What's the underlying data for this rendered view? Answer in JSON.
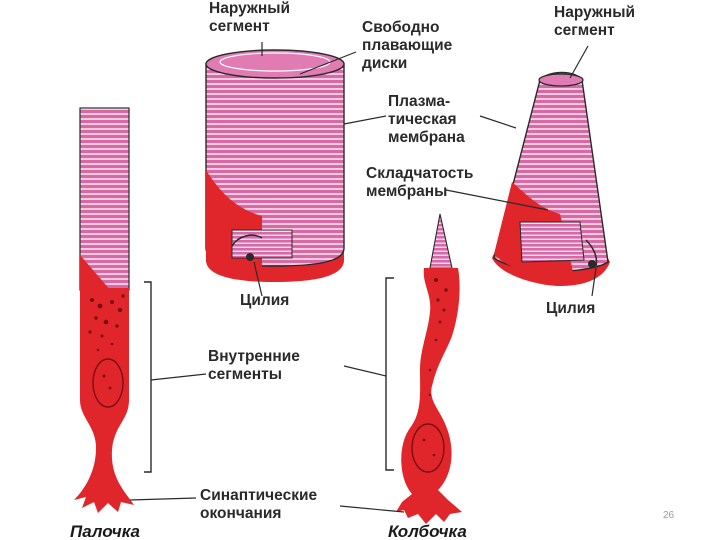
{
  "colors": {
    "disk_fill": "#d76aa6",
    "disk_line": "#ffffff",
    "cytoplasm": "#e0262a",
    "granule": "#7a0e12",
    "outline": "#2a2a2a",
    "text": "#2a2a2a"
  },
  "labels": {
    "outer_segment_left": "Наружный\nсегмент",
    "outer_segment_right": "Наружный\nсегмент",
    "free_floating_disks": "Свободно\nплавающие\nдиски",
    "plasma_membrane": "Плазма-\nтическая\nмембрана",
    "membrane_folds": "Складчатость\nмембраны",
    "cilium_left": "Цилия",
    "cilium_right": "Цилия",
    "inner_segments": "Внутренние\nсегменты",
    "synaptic_endings": "Синаптические\nокончания",
    "rod": "Палочка",
    "cone": "Колбочка"
  },
  "page_number": "26"
}
